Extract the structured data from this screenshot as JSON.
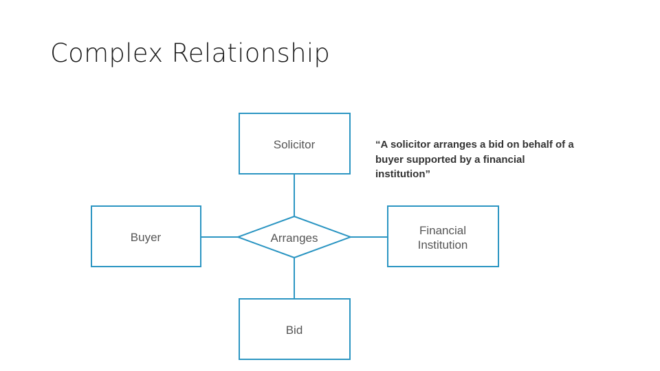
{
  "slide": {
    "title": "Complex Relationship"
  },
  "diagram": {
    "entities": {
      "solicitor": "Solicitor",
      "buyer": "Buyer",
      "financial_institution_line1": "Financial",
      "financial_institution_line2": "Institution",
      "bid": "Bid"
    },
    "relationship": "Arranges",
    "quote": "“A solicitor arranges a bid on behalf of a buyer supported by a financial institution”",
    "colors": {
      "entity_border": "#2b95c2",
      "text": "#555555",
      "quote_text": "#333333"
    }
  }
}
